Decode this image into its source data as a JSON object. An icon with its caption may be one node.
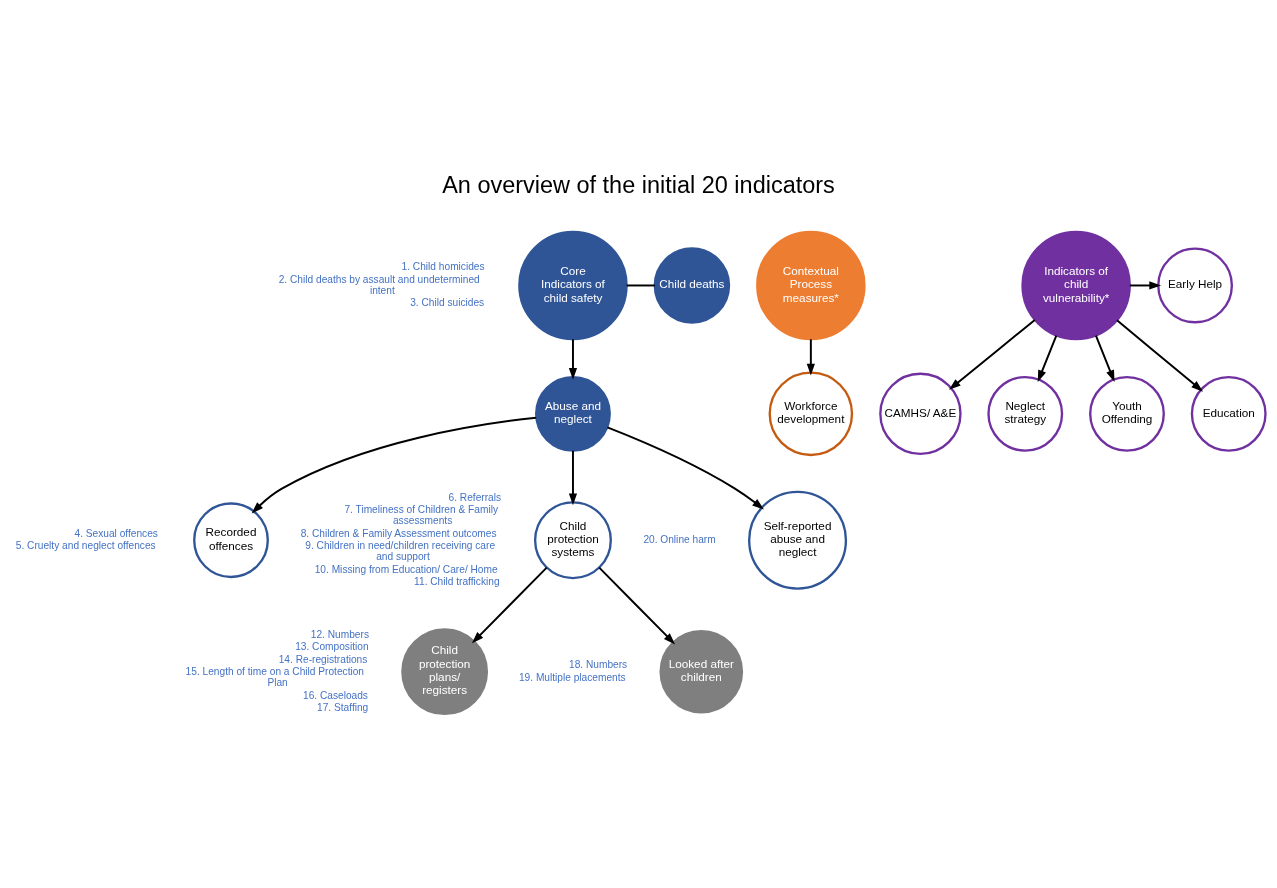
{
  "diagram": {
    "title": "An overview of the initial 20 indicators",
    "nodes": [
      {
        "text": [
          "Child deaths"
        ],
        "beside": [
          "1. Child homicides",
          "2. Child deaths by assault and undetermined intent",
          "3. Child suicides"
        ]
      },
      {
        "text": [
          "Core Indicators of child safety"
        ]
      },
      {
        "text": [
          "Contextual Process measures*"
        ]
      },
      {
        "text": [
          "Indicators of child vulnerability*"
        ]
      },
      {
        "text": [
          "Early Help"
        ]
      },
      {
        "text": [
          "CAMHS/ A&E"
        ]
      },
      {
        "text": [
          "Recorded offences"
        ],
        "beside": [
          "4. Sexual offences",
          "5. Cruelty and neglect offences"
        ]
      },
      {
        "text": [
          "Abuse and neglect"
        ]
      },
      {
        "text": [
          "Workforce development"
        ]
      },
      {
        "text": [
          "Neglect strategy"
        ]
      },
      {
        "text": [
          "Youth Offending"
        ]
      },
      {
        "text": [
          "Education"
        ]
      },
      {
        "text": [
          "Child protection systems"
        ],
        "beside": [
          "6. Referrals",
          "7. Timeliness of Children & Family assessments",
          "8. Children & Family Assessment outcomes",
          "9. Children in need/children receiving care and support",
          "10. Missing from Education/ Care/ Home",
          "11. Child trafficking"
        ]
      },
      {
        "text": [
          "Child protection plans/ registers"
        ],
        "beside": [
          "12. Numbers",
          "13. Composition",
          "14. Re-registrations",
          "15. Length of time on a Child Protection Plan",
          "16. Caseloads",
          "17. Staffing"
        ]
      },
      {
        "text": [
          "Looked after children"
        ],
        "beside": [
          "18. Numbers",
          "19. Multiple placements"
        ]
      },
      {
        "text": [
          "Self-reported abuse and neglect"
        ],
        "beside": [
          "20. Online harm"
        ]
      }
    ],
    "edges": [
      {
        "from": 1,
        "to": 0,
        "arrow": "none"
      },
      {
        "from": 1,
        "to": 7,
        "arrow": "to"
      },
      {
        "from": 2,
        "to": 8,
        "arrow": "to"
      },
      {
        "from": 3,
        "to": 4,
        "arrow": "to"
      },
      {
        "from": 3,
        "to": 5,
        "arrow": "to"
      },
      {
        "from": 3,
        "to": 9,
        "arrow": "to"
      },
      {
        "from": 3,
        "to": 10,
        "arrow": "to"
      },
      {
        "from": 3,
        "to": 11,
        "arrow": "to"
      },
      {
        "from": 7,
        "to": 6,
        "arrow": "to"
      },
      {
        "from": 7,
        "to": 12,
        "arrow": "to"
      },
      {
        "from": 7,
        "to": 15,
        "arrow": "to"
      },
      {
        "from": 12,
        "to": 13,
        "arrow": "to"
      },
      {
        "from": 12,
        "to": 14,
        "arrow": "to"
      }
    ]
  }
}
